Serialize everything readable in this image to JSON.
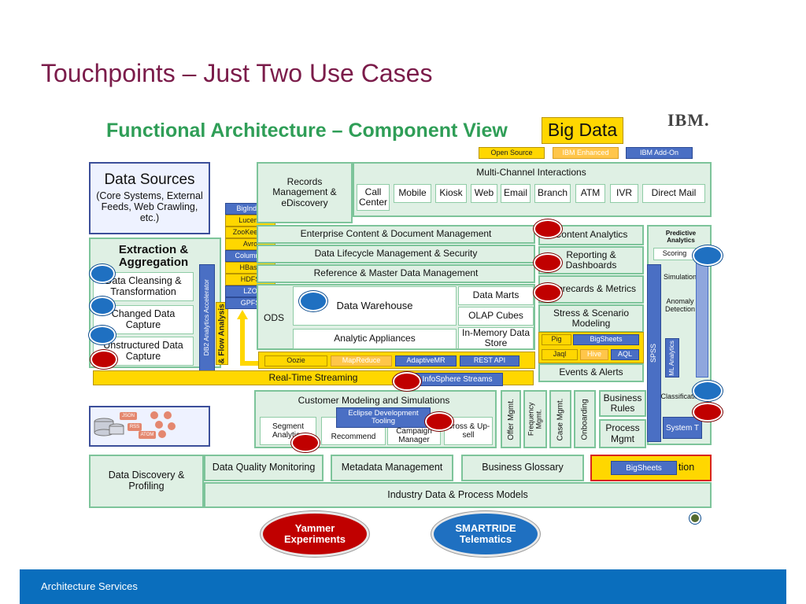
{
  "slide": {
    "title": "Touchpoints – Just Two Use Cases",
    "footer": "Architecture Services"
  },
  "diagram": {
    "heading": "Functional Architecture – Component View",
    "badge": "Big Data",
    "brand": "IBM.",
    "legend": [
      "Open Source",
      "IBM Enhanced",
      "IBM Add-On"
    ],
    "data_sources": {
      "title": "Data Sources",
      "subtitle": "(Core Systems, External Feeds, Web Crawling, etc.)"
    },
    "extraction": {
      "title": "Extraction & Aggregation",
      "items": [
        "Data Cleansing & Transformation",
        "Changed Data Capture",
        "Unstructured Data Capture"
      ]
    },
    "icon_labels": [
      "JSON",
      "RSS",
      "ATOM"
    ],
    "stack": [
      "BigIndex",
      "Lucene",
      "ZooKeeper",
      "Avro",
      "Columnar",
      "HBase",
      "HDFS",
      "LZO",
      "GPFS"
    ],
    "vertical_labels": [
      "DB2 Analytics Accelerator",
      "& Flow Analysis",
      "SPSS",
      "ML Analytics"
    ],
    "records": "Records Management & eDiscovery",
    "channels": {
      "title": "Multi-Channel Interactions",
      "items": [
        "Call Center",
        "Mobile",
        "Kiosk",
        "Web",
        "Email",
        "Branch",
        "ATM",
        "IVR",
        "Direct Mail"
      ]
    },
    "rows": [
      "Enterprise Content & Document Management",
      "Data Lifecycle Management & Security",
      "Reference & Master Data Management"
    ],
    "ods": "ODS",
    "warehouse": "Data Warehouse",
    "marts": [
      "Data Marts",
      "OLAP Cubes",
      "In-Memory Data Store"
    ],
    "appliances": "Analytic Appliances",
    "analytics_right": [
      "Content Analytics",
      "Reporting & Dashboards",
      "Scorecards & Metrics",
      "Stress & Scenario Modeling",
      "Events & Alerts"
    ],
    "pig_row": [
      "Pig",
      "BigSheets",
      "Jaql",
      "Hive",
      "AQL"
    ],
    "hadoop_row": [
      "Oozie",
      "MapReduce",
      "AdaptiveMR",
      "REST API"
    ],
    "streaming": {
      "label": "Real-Time Streaming",
      "product": "InfoSphere Streams"
    },
    "predictive": [
      "Predictive Analytics",
      "Scoring",
      "Simulation",
      "Anomaly Detection",
      "Classification",
      "System T"
    ],
    "customer_modeling": {
      "title": "Customer Modeling and Simulations",
      "tooling": "Eclipse Development Tooling",
      "items": [
        "Segment Analytics",
        "Recommend",
        "Campaign Manager",
        "Cross & Up-sell"
      ]
    },
    "vertical_mgmt": [
      "Offer Mgmt.",
      "Frequency Mgmt.",
      "Case Mgmt.",
      "Onboarding"
    ],
    "business_rules": "Business Rules",
    "process_mgmt": "Process Mgmt",
    "governance": [
      "Data Discovery & Profiling",
      "Data Quality Monitoring",
      "Metadata Management",
      "Business Glossary"
    ],
    "bigsheets_bottom": "BigSheets",
    "bottom_suffix": "tion",
    "industry": "Industry Data & Process Models"
  },
  "use_cases": [
    {
      "label": "Yammer Experiments",
      "color": "#c00000"
    },
    {
      "label": "SMARTRIDE Telematics",
      "color": "#1f70c1"
    }
  ],
  "colors": {
    "title": "#7b1c4a",
    "footer": "#0a6ebd",
    "green_border": "#7dc49a",
    "yellow": "#ffd700",
    "blue": "#4a6fc4"
  }
}
